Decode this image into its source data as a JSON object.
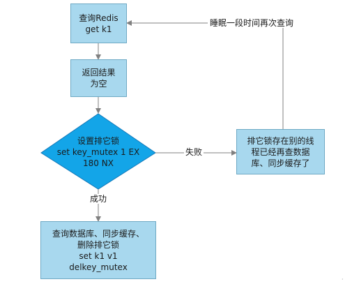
{
  "colors": {
    "box_fill": "#a8d8ee",
    "box_border": "#6ea9c4",
    "diamond_fill": "#13a5e8",
    "diamond_border": "#1478b8",
    "arrow": "#808080"
  },
  "nodes": {
    "query_redis": {
      "lines": [
        "查询Redis",
        "get k1"
      ]
    },
    "return_empty": {
      "lines": [
        "返回结果",
        "为空"
      ]
    },
    "set_lock": {
      "lines": [
        "设置排它锁",
        "set key_mutex 1 EX",
        "180 NX"
      ]
    },
    "query_db": {
      "lines": [
        "查询数据库、同步缓存、",
        "删除排它锁",
        "set k1 v1",
        "delkey_mutex"
      ]
    },
    "lock_exists": {
      "lines": [
        "排它锁存在别的线",
        "程已经再查数据",
        "库、同步缓存了"
      ]
    }
  },
  "edges": {
    "fail_label": "失败",
    "success_label": "成功",
    "sleep_label": "睡眠一段时间再次查询"
  }
}
